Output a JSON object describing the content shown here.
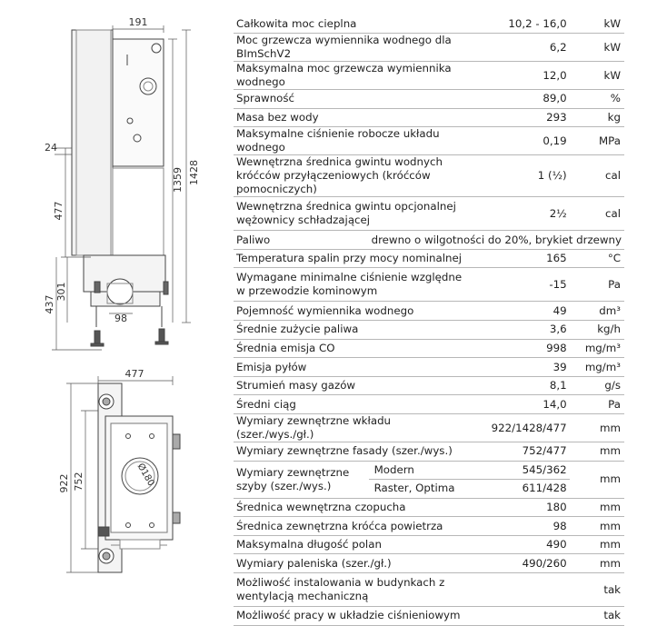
{
  "drawing": {
    "side_view": {
      "dim_top_width": "191",
      "dim_total_height": "1428",
      "dim_inner_height": "1359",
      "dim_offset": "24",
      "dim_477": "477",
      "dim_301": "301",
      "dim_437": "437",
      "dim_pipe": "98"
    },
    "top_view": {
      "dim_width": "477",
      "dim_922": "922",
      "dim_752": "752",
      "flue_label": "Ø180"
    }
  },
  "specs": [
    {
      "label": "Całkowita moc cieplna",
      "value": "10,2 - 16,0",
      "unit": "kW"
    },
    {
      "label": "Moc grzewcza wymiennika wodnego dla BImSchV2",
      "value": "6,2",
      "unit": "kW"
    },
    {
      "label": "Maksymalna moc grzewcza wymiennika wodnego",
      "value": "12,0",
      "unit": "kW"
    },
    {
      "label": "Sprawność",
      "value": "89,0",
      "unit": "%"
    },
    {
      "label": "Masa bez wody",
      "value": "293",
      "unit": "kg"
    },
    {
      "label": "Maksymalne ciśnienie robocze układu wodnego",
      "value": "0,19",
      "unit": "MPa"
    },
    {
      "label": "Wewnętrzna średnica gwintu wodnych króćców przyłączeniowych (króćców pomocniczych)",
      "value": "1 (½)",
      "unit": "cal",
      "tall": true
    },
    {
      "label": "Wewnętrzna średnica gwintu opcjonalnej wężownicy schładzającej",
      "value": "2½",
      "unit": "cal",
      "tall": true
    },
    {
      "label": "Paliwo",
      "value": "drewno o wilgotności do 20%, brykiet drzewny",
      "unit": "",
      "span": true
    },
    {
      "label": "Temperatura spalin przy mocy nominalnej",
      "value": "165",
      "unit": "°C"
    },
    {
      "label": "Wymagane minimalne ciśnienie względne w przewodzie kominowym",
      "value": "-15",
      "unit": "Pa",
      "tall": true
    },
    {
      "label": "Pojemność wymiennika wodnego",
      "value": "49",
      "unit": "dm³"
    },
    {
      "label": "Średnie zużycie paliwa",
      "value": "3,6",
      "unit": "kg/h"
    },
    {
      "label": "Średnia emisja CO",
      "value": "998",
      "unit": "mg/m³"
    },
    {
      "label": "Emisja pyłów",
      "value": "39",
      "unit": "mg/m³"
    },
    {
      "label": "Strumień masy gazów",
      "value": "8,1",
      "unit": "g/s"
    },
    {
      "label": "Średni ciąg",
      "value": "14,0",
      "unit": "Pa"
    },
    {
      "label": "Wymiary zewnętrzne wkładu (szer./wys./gł.)",
      "value": "922/1428/477",
      "unit": "mm"
    },
    {
      "label": "Wymiary zewnętrzne fasady (szer./wys.)",
      "value": "752/477",
      "unit": "mm"
    },
    {
      "label": "Wymiary zewnętrzne szyby (szer./wys.)",
      "unit": "mm",
      "subrows": [
        {
          "name": "Modern",
          "value": "545/362"
        },
        {
          "name": "Raster, Optima",
          "value": "611/428"
        }
      ]
    },
    {
      "label": "Średnica wewnętrzna czopucha",
      "value": "180",
      "unit": "mm"
    },
    {
      "label": "Średnica zewnętrzna króćca powietrza",
      "value": "98",
      "unit": "mm"
    },
    {
      "label": "Maksymalna długość polan",
      "value": "490",
      "unit": "mm"
    },
    {
      "label": "Wymiary paleniska (szer./gł.)",
      "value": "490/260",
      "unit": "mm"
    },
    {
      "label": "Możliwość instalowania w budynkach z wentylacją mechaniczną",
      "value": "",
      "unit": "tak",
      "tall": true
    },
    {
      "label": "Możliwość pracy w układzie ciśnieniowym",
      "value": "",
      "unit": "tak"
    }
  ]
}
